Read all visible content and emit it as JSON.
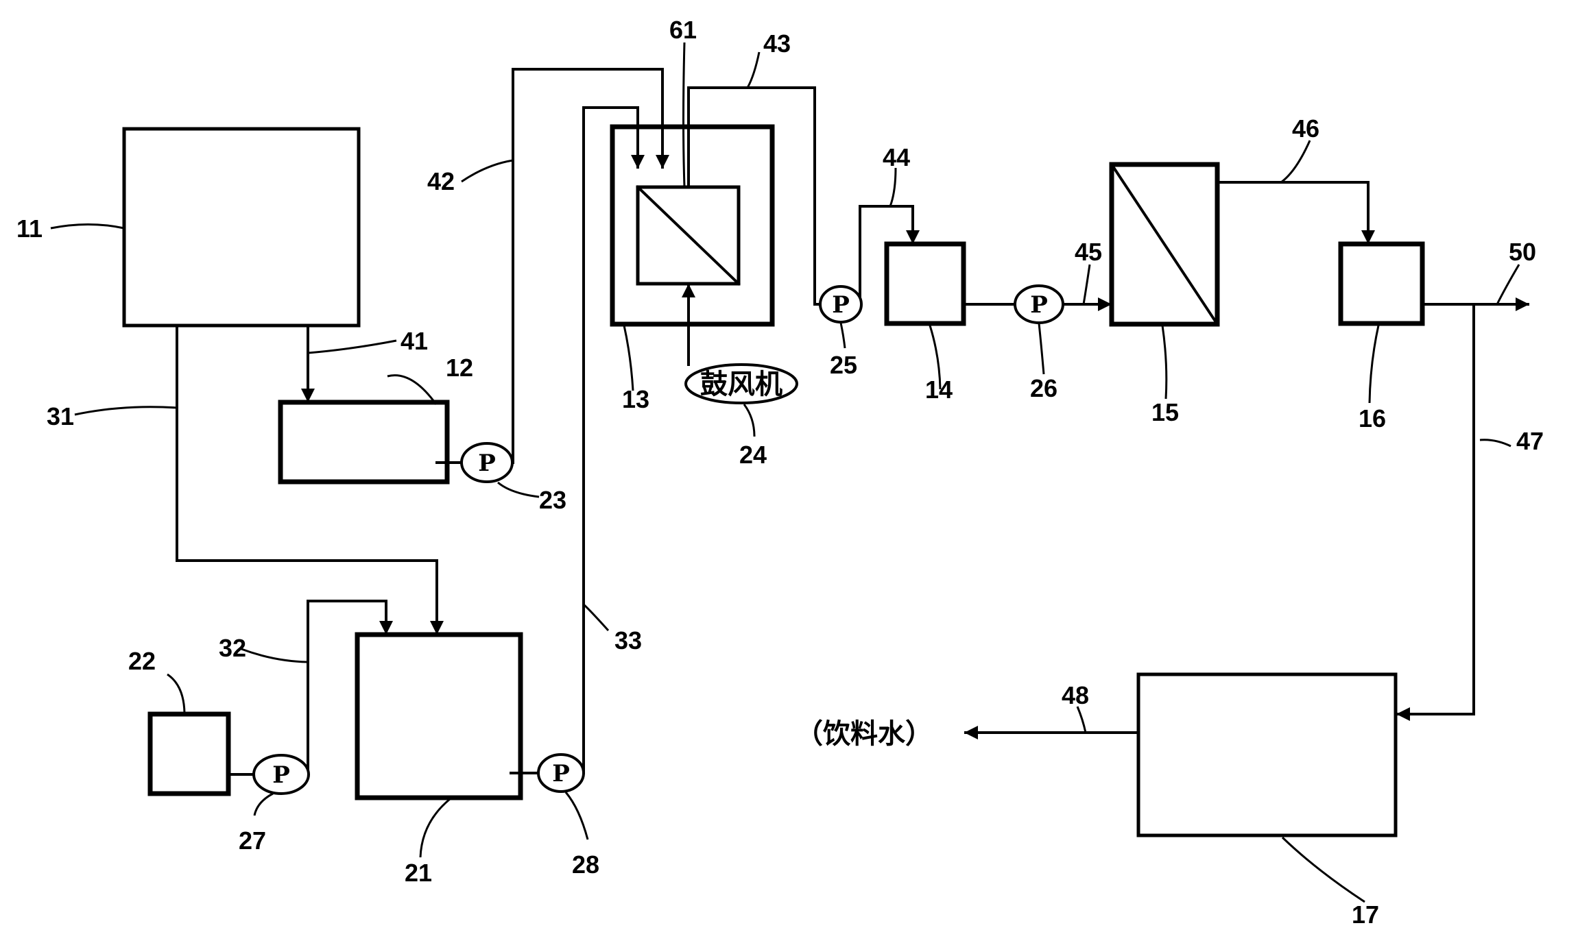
{
  "units": {
    "u11": "11",
    "u12": "12",
    "u13": "13",
    "u14": "14",
    "u15": "15",
    "u16": "16",
    "u17": "17",
    "u21": "21",
    "u22": "22",
    "u24": "24",
    "u61": "61"
  },
  "pumps": {
    "p23": {
      "symbol": "P",
      "label": "23"
    },
    "p25": {
      "symbol": "P",
      "label": "25"
    },
    "p26": {
      "symbol": "P",
      "label": "26"
    },
    "p27": {
      "symbol": "P",
      "label": "27"
    },
    "p28": {
      "symbol": "P",
      "label": "28"
    }
  },
  "lines": {
    "l31": "31",
    "l32": "32",
    "l33": "33",
    "l41": "41",
    "l42": "42",
    "l43": "43",
    "l44": "44",
    "l45": "45",
    "l46": "46",
    "l47": "47",
    "l48": "48",
    "l50": "50"
  },
  "blower_text": "鼓风机",
  "drinking_water_text": "（饮料水）"
}
